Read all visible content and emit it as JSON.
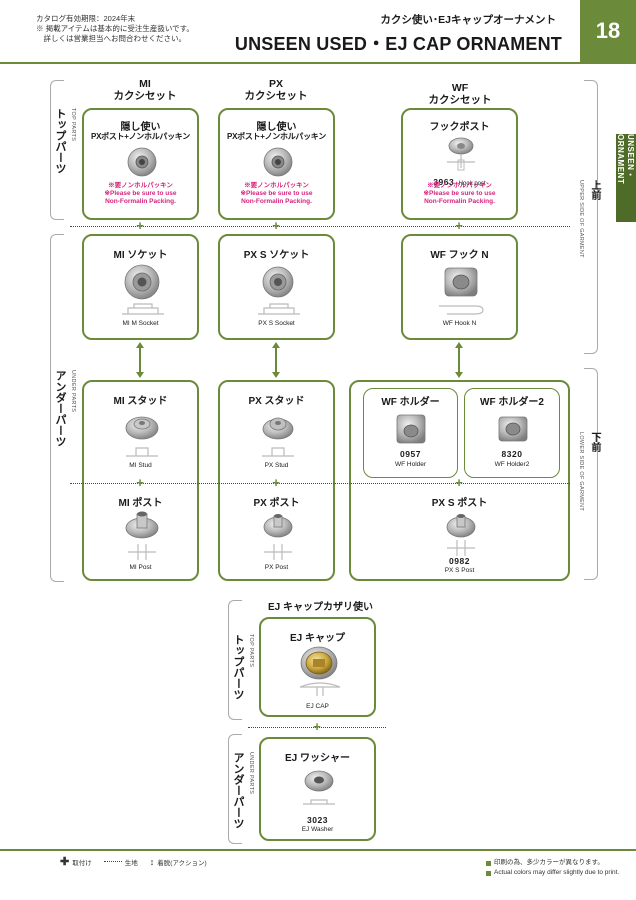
{
  "header": {
    "note_lines": [
      "カタログ有効期限：2024年末",
      "※ 掲載アイテムは基本的に受注生産扱いです。",
      "　詳しくは営業担当へお問合わせください。"
    ],
    "subtitle": "カクシ使い･EJキャップオーナメント",
    "title": "UNSEEN USED・EJ CAP ORNAMENT",
    "page_number": "18",
    "side_tab": "UNSEEN・ORNAMENT"
  },
  "columns": {
    "mi": {
      "head": "MI",
      "sub": "カクシセット"
    },
    "px": {
      "head": "PX",
      "sub": "カクシセット"
    },
    "wf": {
      "head": "WF",
      "sub": "カクシセット"
    }
  },
  "labels": {
    "top_parts_jp": "トップパーツ",
    "top_parts_en": "TOP PARTS",
    "under_parts_jp": "アンダーパーツ",
    "under_parts_en": "UNDER PARTS",
    "upper_side_en": "UPPER SIDE OF GARMENT",
    "upper_side_jp": "上前",
    "lower_side_en": "LOWER SIDE OF GARMENT",
    "lower_side_jp": "下前"
  },
  "cards": {
    "mi_top": {
      "title": "隠し使い",
      "sub": "PXポスト+ノンホルパッキン",
      "note1": "※要ノンホルパッキン",
      "note2": "※Please be sure to use",
      "note3": "Non-Formalin Packing."
    },
    "px_top": {
      "title": "隠し使い",
      "sub": "PXポスト+ノンホルパッキン",
      "note1": "※要ノンホルパッキン",
      "note2": "※Please be sure to use",
      "note3": "Non-Formalin Packing."
    },
    "wf_top": {
      "title": "フックポスト",
      "number": "3963",
      "num_caption": "Hook post",
      "note1": "※要ノンホルパッキン",
      "note2": "※Please be sure to use",
      "note3": "Non-Formalin Packing."
    },
    "mi_socket": {
      "title": "MI ソケット",
      "caption": "MI M Socket"
    },
    "px_socket": {
      "title": "PX S ソケット",
      "caption": "PX S Socket"
    },
    "wf_hook": {
      "title": "WF フック N",
      "caption": "WF Hook N"
    },
    "mi_stud": {
      "title": "MI スタッド",
      "caption": "MI Stud"
    },
    "px_stud": {
      "title": "PX スタッド",
      "caption": "PX Stud"
    },
    "wf_holder": {
      "title": "WF ホルダー",
      "number": "0957",
      "caption": "WF Holder"
    },
    "wf_holder2": {
      "title": "WF ホルダー2",
      "number": "8320",
      "caption": "WF Holder2"
    },
    "mi_post": {
      "title": "MI ポスト",
      "caption": "MI Post"
    },
    "px_post": {
      "title": "PX ポスト",
      "caption": "PX Post"
    },
    "px_s_post": {
      "title": "PX S ポスト",
      "number": "0982",
      "caption": "PX S Post"
    }
  },
  "ej": {
    "section_title": "EJ キャップカザリ使い",
    "cap": {
      "title": "EJ キャップ",
      "caption": "EJ CAP"
    },
    "washer": {
      "title": "EJ ワッシャー",
      "number": "3023",
      "caption": "EJ Washer"
    }
  },
  "footer": {
    "legend_attach": "取付け",
    "legend_fabric": "生地",
    "legend_detach": "着脱(アクション)",
    "note_jp": "印刷の為、多少カラーが異なります。",
    "note_en": "Actual colors may differ slightly due to print."
  },
  "colors": {
    "accent": "#6b8a3a",
    "pink": "#d6237c"
  }
}
